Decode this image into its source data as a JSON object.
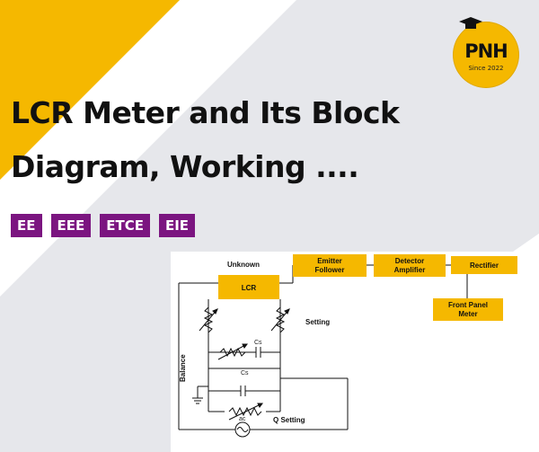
{
  "colors": {
    "accent_yellow": "#f5b800",
    "band_gray": "#e6e7eb",
    "tag_purple": "#7b1580",
    "box_yellow": "#f5b800"
  },
  "logo": {
    "text": "PNH",
    "since": "Since 2022",
    "icon": "graduation-cap-icon"
  },
  "title": {
    "line1": "LCR Meter and Its Block",
    "line2": "Diagram, Working ...."
  },
  "tags": [
    "EE",
    "EEE",
    "ETCE",
    "EIE"
  ],
  "diagram": {
    "blocks": {
      "lcr": "LCR",
      "emitter_follower": [
        "Emitter",
        "Follower"
      ],
      "detector_amplifier": [
        "Detector",
        "Amplifier"
      ],
      "rectifier": "Rectifier",
      "front_panel_meter": [
        "Front Panel",
        "Meter"
      ]
    },
    "labels": {
      "unknown": "Unknown",
      "setting": "Setting",
      "balance": "Balance",
      "cs_top": "Cs",
      "cs_bottom": "Cs",
      "q_setting": "Q Setting",
      "ac": "ac"
    }
  }
}
